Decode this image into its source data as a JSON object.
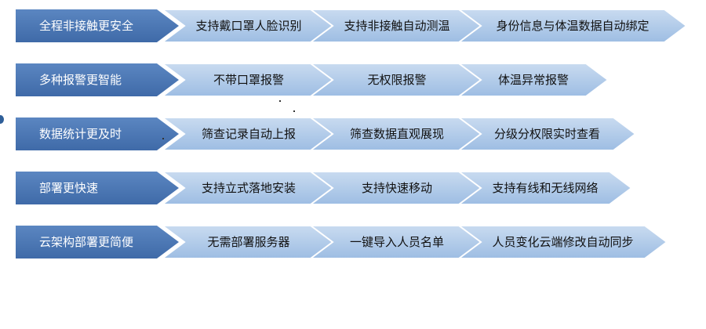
{
  "colors": {
    "head_fill_top": "#5b86c1",
    "head_fill_bottom": "#3f6aa8",
    "item_fill_top": "#c9dbf0",
    "item_fill_bottom": "#9dbde3",
    "item_stroke": "#ffffff",
    "head_text": "#ffffff",
    "item_text": "#111111"
  },
  "rows": [
    {
      "head": "全程非接触更安全",
      "items": [
        "支持戴口罩人脸识别",
        "支持非接触自动测温",
        "身份信息与体温数据自动绑定"
      ]
    },
    {
      "head": "多种报警更智能",
      "items": [
        "不带口罩报警",
        "无权限报警",
        "体温异常报警"
      ]
    },
    {
      "head": "数据统计更及时",
      "items": [
        "筛查记录自动上报",
        "筛查数据直观展现",
        "分级分权限实时查看"
      ]
    },
    {
      "head": "部署更快速",
      "items": [
        "支持立式落地安装",
        "支持快速移动",
        "支持有线和无线网络"
      ]
    },
    {
      "head": "云架构部署更简便",
      "items": [
        "无需部署服务器",
        "一键导入人员名单",
        "人员变化云端修改自动同步"
      ]
    }
  ]
}
